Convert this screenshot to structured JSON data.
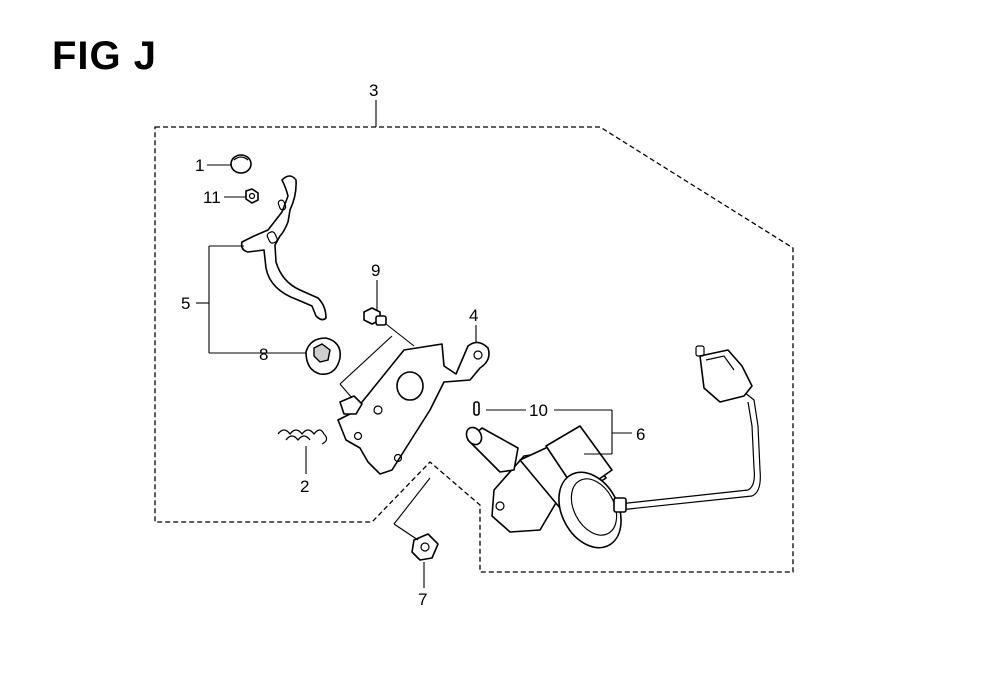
{
  "figure": {
    "title": "FIG J"
  },
  "callouts": [
    {
      "id": "1",
      "text": "1"
    },
    {
      "id": "2",
      "text": "2"
    },
    {
      "id": "3",
      "text": "3"
    },
    {
      "id": "4",
      "text": "4"
    },
    {
      "id": "5",
      "text": "5"
    },
    {
      "id": "6",
      "text": "6"
    },
    {
      "id": "7",
      "text": "7"
    },
    {
      "id": "8",
      "text": "8"
    },
    {
      "id": "9",
      "text": "9"
    },
    {
      "id": "10",
      "text": "10"
    },
    {
      "id": "11",
      "text": "11"
    }
  ]
}
